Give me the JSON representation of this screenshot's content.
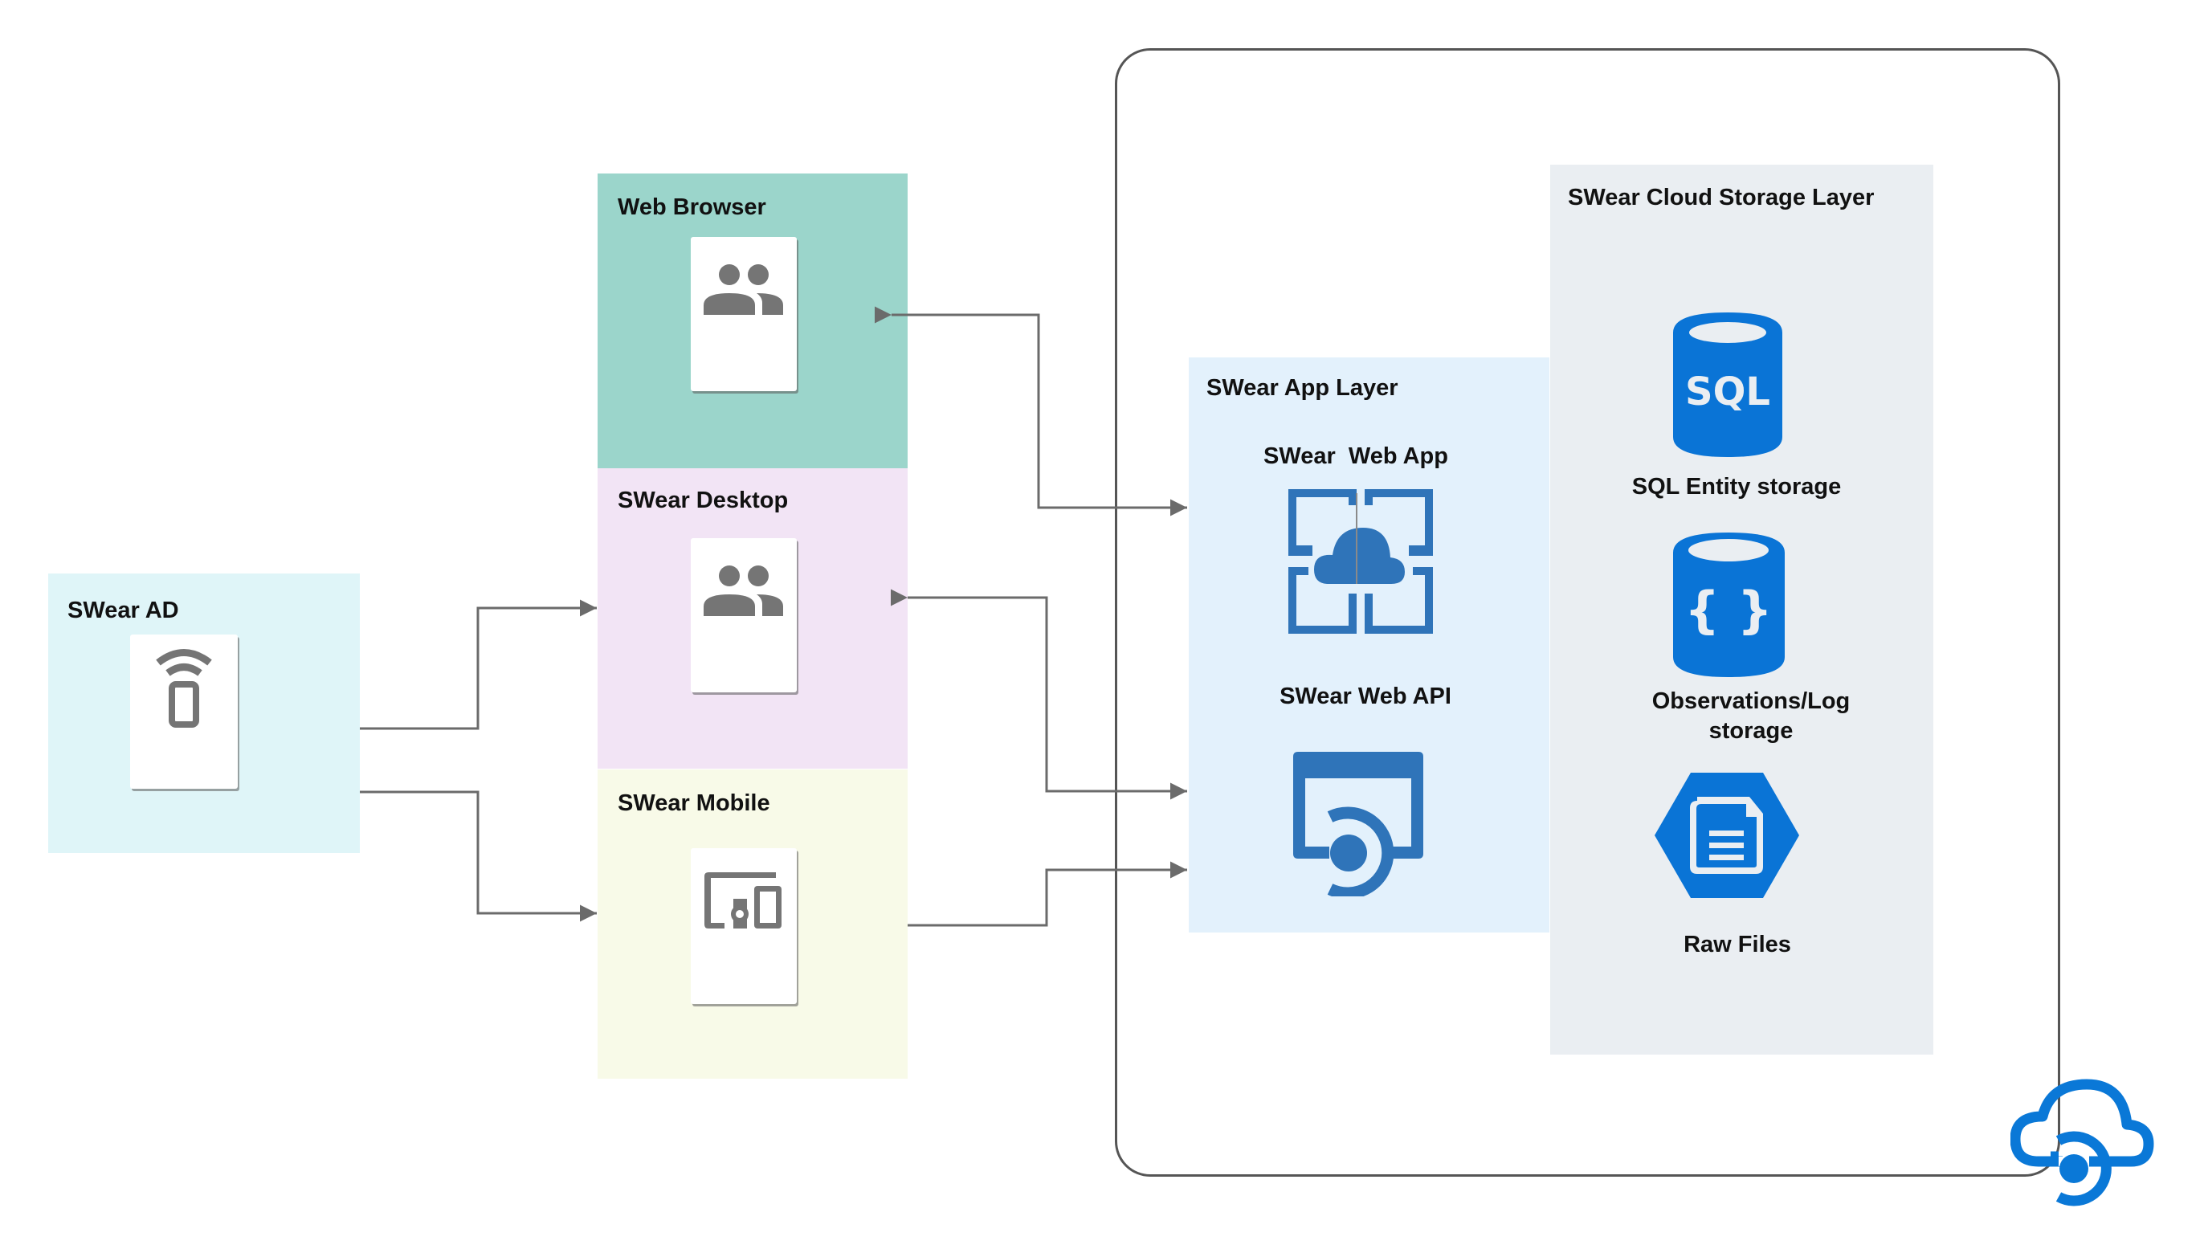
{
  "colors": {
    "web_browser_bg": "#9bd5cb",
    "desktop_bg": "#f2e4f5",
    "mobile_bg": "#f8fae8",
    "ad_bg": "#dff5f8",
    "app_layer_bg": "#e3f1fc",
    "storage_layer_bg": "#eaeef2",
    "azure_blue": "#2f74b9",
    "storage_blue": "#0a74d6",
    "cloud_logo_blue": "#0a78d7",
    "icon_gray": "#757575",
    "connector_gray": "#6b6b6b",
    "outer_border": "#555555"
  },
  "ad": {
    "title": "SWear AD",
    "icon": "wireless-phone-icon"
  },
  "clients": [
    {
      "id": "web-browser",
      "title": "Web Browser",
      "icon": "people-icon"
    },
    {
      "id": "desktop",
      "title": "SWear Desktop",
      "icon": "people-icon"
    },
    {
      "id": "mobile",
      "title": "SWear Mobile",
      "icon": "devices-watch-icon"
    }
  ],
  "app_layer": {
    "title": "SWear App Layer",
    "web_app_label": "SWear  Web App",
    "web_app_icon": "azure-web-app-icon",
    "web_api_label": "SWear Web API",
    "web_api_icon": "azure-api-app-icon"
  },
  "storage_layer": {
    "title": "SWear Cloud Storage Layer",
    "items": [
      {
        "label": "SQL Entity storage",
        "icon": "sql-database-icon",
        "glyph": "SQL"
      },
      {
        "label_line1": "Observations/Log",
        "label_line2": "storage",
        "icon": "document-db-icon",
        "glyph": "{ }"
      },
      {
        "label": "Raw Files",
        "icon": "file-storage-icon"
      }
    ]
  },
  "connectors": [
    {
      "from": "SWear AD",
      "to": "SWear Desktop",
      "direction": "forward"
    },
    {
      "from": "SWear AD",
      "to": "SWear Mobile",
      "direction": "forward"
    },
    {
      "from": "SWear App Layer (Web App)",
      "to": "Web Browser",
      "direction": "bidirectional"
    },
    {
      "from": "SWear App Layer (Web API)",
      "to": "SWear Desktop",
      "direction": "bidirectional"
    },
    {
      "from": "SWear Mobile",
      "to": "SWear App Layer (Web API)",
      "direction": "forward"
    }
  ],
  "cloud_container": {
    "logo_icon": "azure-cloud-service-icon"
  }
}
